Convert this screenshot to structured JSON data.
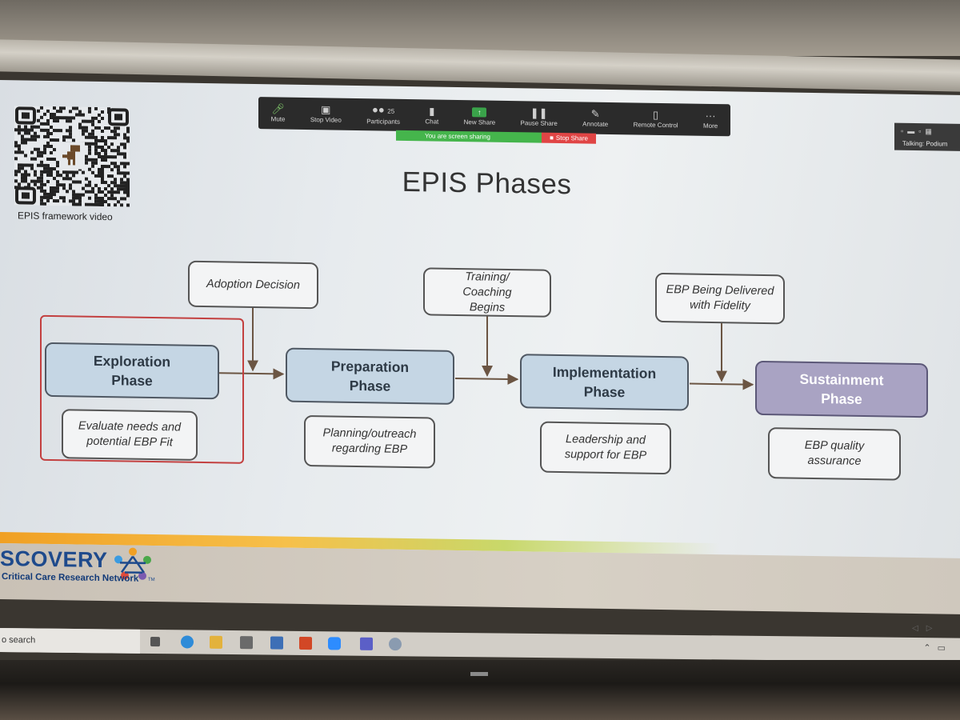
{
  "zoom_toolbar": {
    "buttons": [
      {
        "label": "Mute",
        "icon": "microphone-icon"
      },
      {
        "label": "Stop Video",
        "icon": "video-camera-icon"
      },
      {
        "label": "Participants",
        "icon": "participants-icon",
        "count": "25"
      },
      {
        "label": "Chat",
        "icon": "chat-bubble-icon"
      },
      {
        "label": "New Share",
        "icon": "share-arrow-icon"
      },
      {
        "label": "Pause Share",
        "icon": "pause-icon"
      },
      {
        "label": "Annotate",
        "icon": "pencil-icon"
      },
      {
        "label": "Remote Control",
        "icon": "mouse-icon"
      },
      {
        "label": "More",
        "icon": "ellipsis-icon"
      }
    ],
    "sharing_message": "You are screen sharing",
    "stop_share_label": "Stop Share"
  },
  "talking_panel": {
    "label": "Talking: Podium"
  },
  "qr": {
    "caption": "EPIS framework video"
  },
  "slide": {
    "title": "EPIS Phases",
    "phases": [
      {
        "label": "Exploration Phase",
        "note": "Evaluate needs and potential EBP Fit"
      },
      {
        "label": "Preparation Phase",
        "note": "Planning/outreach regarding EBP"
      },
      {
        "label": "Implementation Phase",
        "note": "Leadership and support for EBP"
      },
      {
        "label": "Sustainment Phase",
        "note": "EBP quality assurance"
      }
    ],
    "transitions": [
      {
        "label": "Adoption Decision"
      },
      {
        "label": "Training/ Coaching Begins"
      },
      {
        "label": "EBP Being Delivered with Fidelity"
      }
    ],
    "colors": {
      "phase_fill": "#c5d6e4",
      "sustainment_fill": "#a9a3c3",
      "highlight_border": "#c34040",
      "arrow": "#6b5543"
    }
  },
  "footer": {
    "brand": "SCOVERY",
    "subtitle": "Critical Care Research Network",
    "trademark": "TM"
  },
  "taskbar": {
    "search_text": "o search",
    "apps": [
      "task-view-icon",
      "edge-icon",
      "file-explorer-icon",
      "store-icon",
      "app-icon",
      "powerpoint-icon",
      "zoom-icon",
      "teams-icon",
      "app-icon-2"
    ]
  }
}
